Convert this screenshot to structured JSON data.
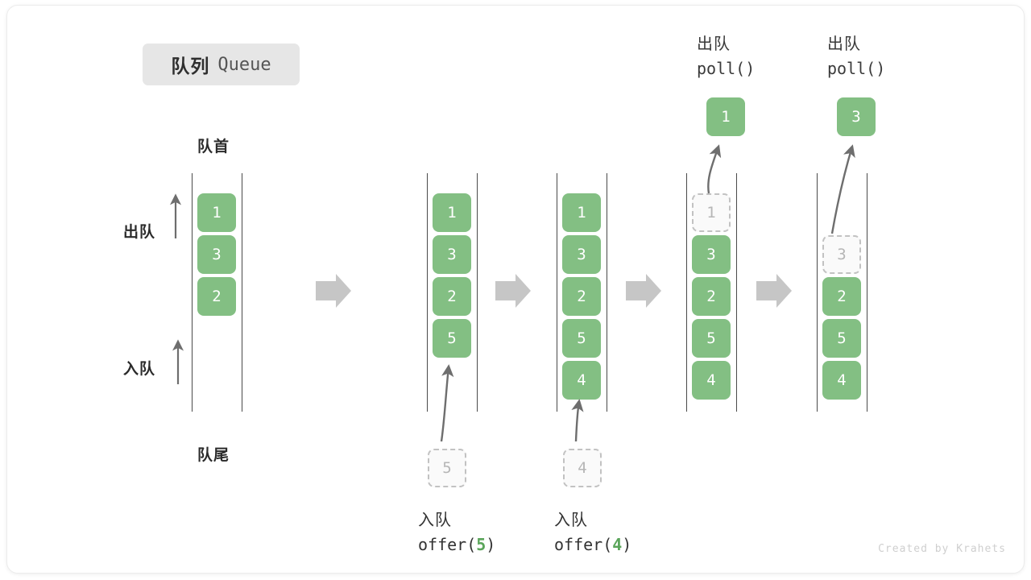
{
  "title": {
    "cn": "队列",
    "en": "Queue"
  },
  "labels": {
    "front": "队首",
    "rear": "队尾",
    "dequeue": "出队",
    "enqueue": "入队"
  },
  "colors": {
    "cell_fill": "#83bf83",
    "cell_text": "#ffffff",
    "ghost_fill": "#fafafa",
    "ghost_border": "#c2c2c2",
    "ghost_text": "#b6b6b6",
    "rail": "#4a4a4a",
    "arrow": "#6e6e6e",
    "flow_arrow": "#c6c6c6",
    "badge_bg": "#e6e6e6",
    "accent_number": "#5aa55a"
  },
  "columns": [
    {
      "name": "initial",
      "cells": [
        "1",
        "3",
        "2"
      ],
      "ghosts": []
    },
    {
      "name": "after-offer-5",
      "cells": [
        "1",
        "3",
        "2",
        "5"
      ],
      "ghosts": []
    },
    {
      "name": "after-offer-4",
      "cells": [
        "1",
        "3",
        "2",
        "5",
        "4"
      ],
      "ghosts": []
    },
    {
      "name": "after-poll-1",
      "cells": [
        "3",
        "2",
        "5",
        "4"
      ],
      "ghosts": [
        "1"
      ]
    },
    {
      "name": "after-poll-3",
      "cells": [
        "2",
        "5",
        "4"
      ],
      "ghosts": [
        "3"
      ]
    }
  ],
  "operations": [
    {
      "name": "offer-5",
      "cn": "入队",
      "call_prefix": "offer(",
      "value": "5",
      "call_suffix": ")",
      "ghost_value": "5"
    },
    {
      "name": "offer-4",
      "cn": "入队",
      "call_prefix": "offer(",
      "value": "4",
      "call_suffix": ")",
      "ghost_value": "4"
    }
  ],
  "polls": [
    {
      "name": "poll-1",
      "cn": "出队",
      "call": "poll()",
      "result": "1"
    },
    {
      "name": "poll-3",
      "cn": "出队",
      "call": "poll()",
      "result": "3"
    }
  ],
  "credit": "Created by Krahets"
}
